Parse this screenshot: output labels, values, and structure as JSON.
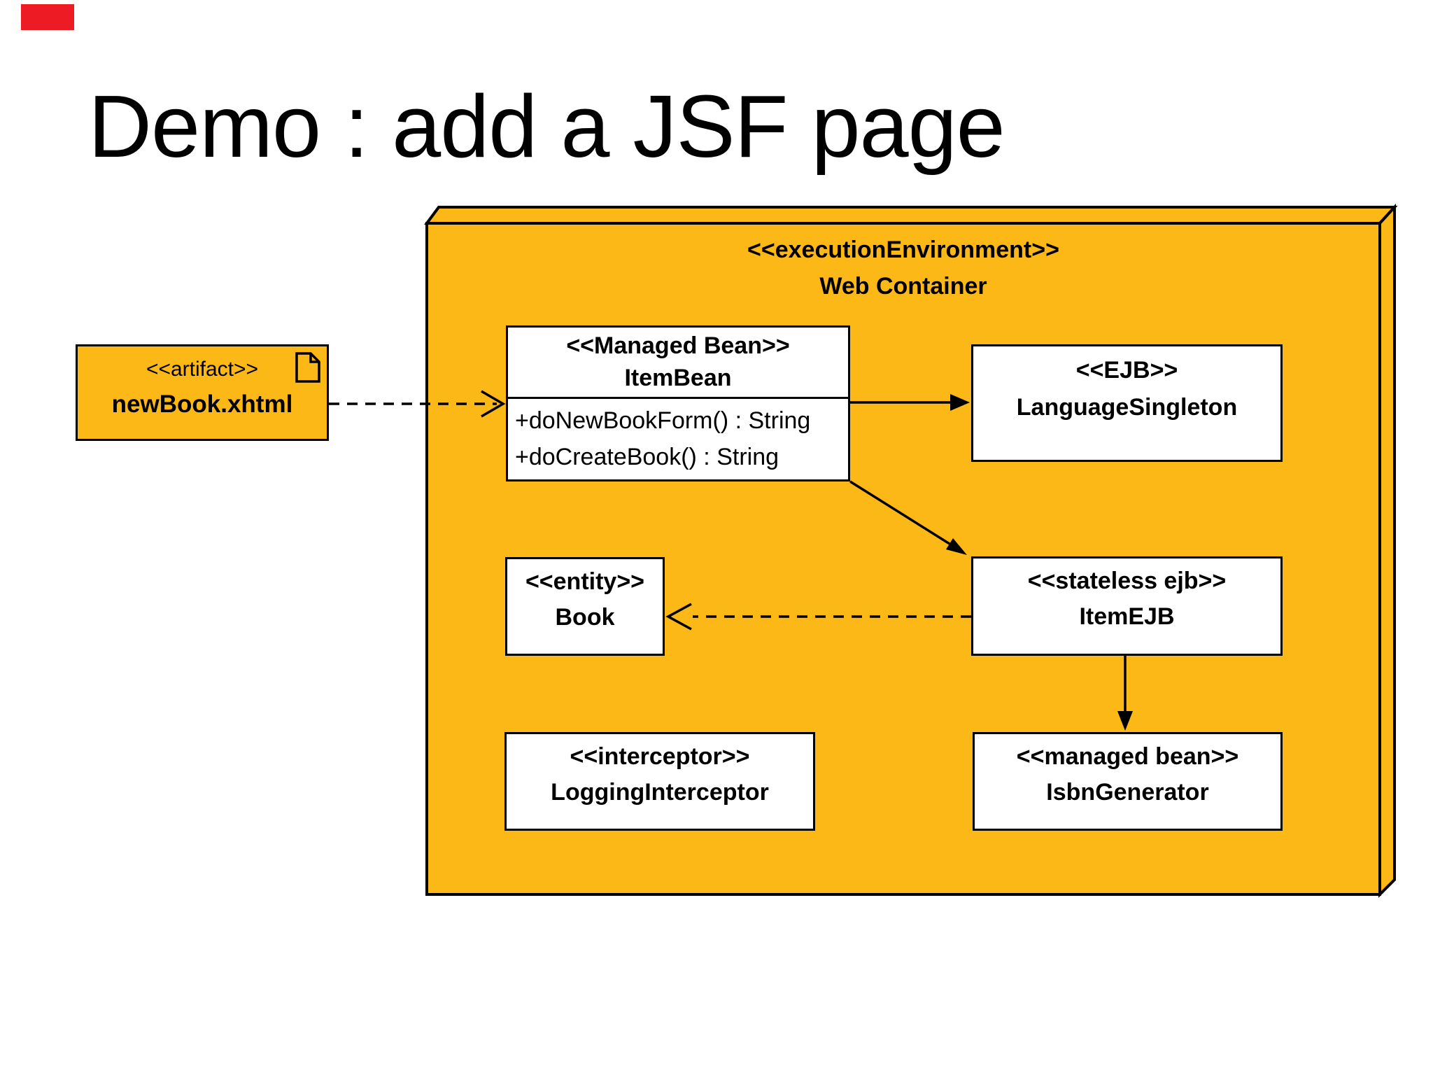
{
  "slide": {
    "title": "Demo : add a JSF page"
  },
  "diagram": {
    "container": {
      "stereotype": "<<executionEnvironment>>",
      "name": "Web Container"
    },
    "artifact": {
      "stereotype": "<<artifact>>",
      "name": "newBook.xhtml",
      "icon": "document-icon"
    },
    "nodes": [
      {
        "id": "itemBean",
        "stereotype": "<<Managed Bean>>",
        "name": "ItemBean",
        "methods": [
          "+doNewBookForm() : String",
          "+doCreateBook() : String"
        ]
      },
      {
        "id": "languageSingleton",
        "stereotype": "<<EJB>>",
        "name": "LanguageSingleton"
      },
      {
        "id": "book",
        "stereotype": "<<entity>>",
        "name": "Book"
      },
      {
        "id": "itemEJB",
        "stereotype": "<<stateless ejb>>",
        "name": "ItemEJB"
      },
      {
        "id": "loggingInterceptor",
        "stereotype": "<<interceptor>>",
        "name": "LoggingInterceptor"
      },
      {
        "id": "isbnGenerator",
        "stereotype": "<<managed bean>>",
        "name": "IsbnGenerator"
      }
    ],
    "edges": [
      {
        "from": "newBook.xhtml",
        "to": "ItemBean",
        "style": "dashed",
        "arrowhead": "open"
      },
      {
        "from": "ItemBean",
        "to": "LanguageSingleton",
        "style": "solid",
        "arrowhead": "filled"
      },
      {
        "from": "ItemBean",
        "to": "ItemEJB",
        "style": "solid",
        "arrowhead": "filled"
      },
      {
        "from": "ItemEJB",
        "to": "Book",
        "style": "dashed",
        "arrowhead": "open"
      },
      {
        "from": "ItemEJB",
        "to": "IsbnGenerator",
        "style": "solid",
        "arrowhead": "filled"
      }
    ],
    "colors": {
      "node_fill": "#FCB817",
      "box_fill": "#FFFFFF",
      "border": "#000000",
      "red_marker": "#ED1C24"
    }
  }
}
